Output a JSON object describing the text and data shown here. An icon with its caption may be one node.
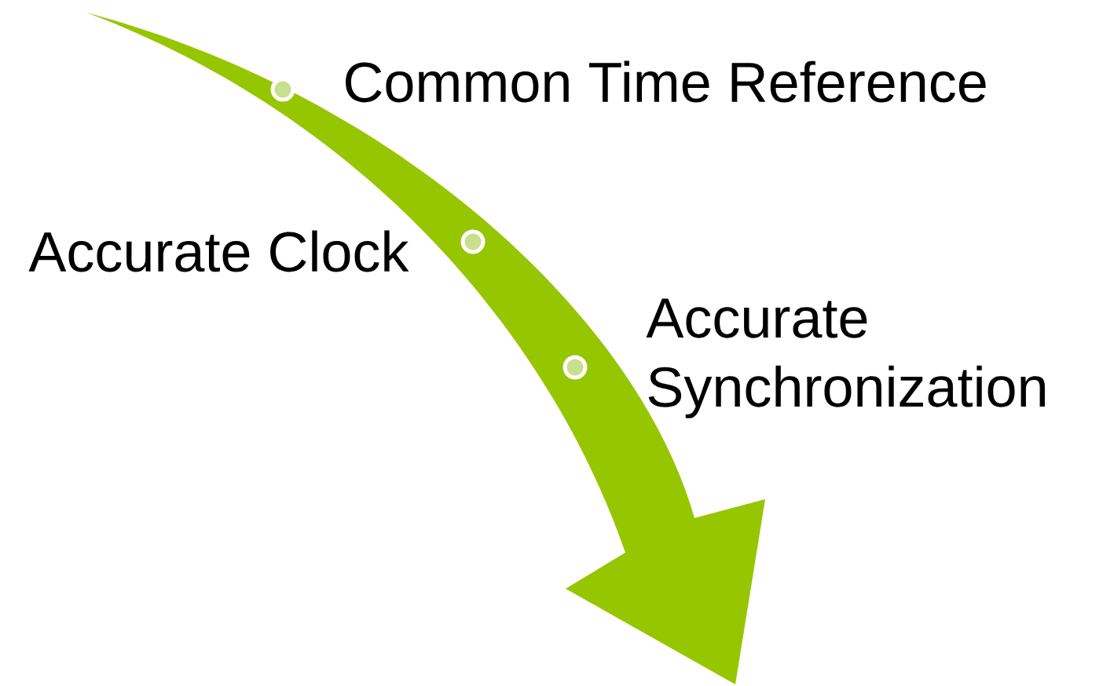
{
  "diagram": {
    "labels": [
      "Common Time Reference",
      "Accurate Clock",
      "Accurate Synchronization"
    ]
  }
}
